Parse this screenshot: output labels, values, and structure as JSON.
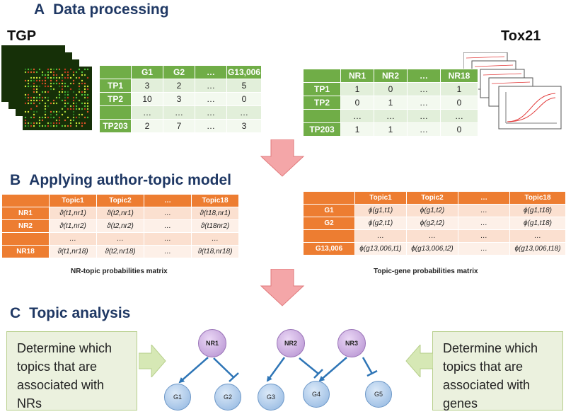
{
  "sections": {
    "a": {
      "letter": "A",
      "title": "Data processing"
    },
    "b": {
      "letter": "B",
      "title": "Applying author-topic model"
    },
    "c": {
      "letter": "C",
      "title": "Topic analysis"
    }
  },
  "tgp": {
    "label": "TGP",
    "table": {
      "header": [
        "",
        "G1",
        "G2",
        "…",
        "G13,006"
      ],
      "rows": [
        [
          "TP1",
          "3",
          "2",
          "…",
          "5"
        ],
        [
          "TP2",
          "10",
          "3",
          "…",
          "0"
        ],
        [
          "",
          "…",
          "…",
          "…",
          "…"
        ],
        [
          "TP203",
          "2",
          "7",
          "…",
          "3"
        ]
      ]
    }
  },
  "tox21": {
    "label": "Tox21",
    "table": {
      "header": [
        "",
        "NR1",
        "NR2",
        "…",
        "NR18"
      ],
      "rows": [
        [
          "TP1",
          "1",
          "0",
          "…",
          "1"
        ],
        [
          "TP2",
          "0",
          "1",
          "…",
          "0"
        ],
        [
          "",
          "…",
          "…",
          "…",
          "…"
        ],
        [
          "TP203",
          "1",
          "1",
          "…",
          "0"
        ]
      ]
    }
  },
  "nr_topic": {
    "caption": "NR-topic probabilities matrix",
    "header": [
      "",
      "Topic1",
      "Topic2",
      "…",
      "Topic18"
    ],
    "rows": [
      [
        "NR1",
        "ϑ(t1,nr1)",
        "ϑ(t2,nr1)",
        "…",
        "ϑ(t18,nr1)"
      ],
      [
        "NR2",
        "ϑ(t1,nr2)",
        "ϑ(t2,nr2)",
        "…",
        "ϑ(t18nr2)"
      ],
      [
        "",
        "…",
        "…",
        "…",
        "…"
      ],
      [
        "NR18",
        "ϑ(t1,nr18)",
        "ϑ(t2,nr18)",
        "…",
        "ϑ(t18,nr18)"
      ]
    ]
  },
  "topic_gene": {
    "caption": "Topic-gene probabilities matrix",
    "header": [
      "",
      "Topic1",
      "Topic2",
      "…",
      "Topic18"
    ],
    "rows": [
      [
        "G1",
        "ϕ(g1,t1)",
        "ϕ(g1,t2)",
        "…",
        "ϕ(g1,t18)"
      ],
      [
        "G2",
        "ϕ(g2,t1)",
        "ϕ(g2,t2)",
        "…",
        "ϕ(g1,t18)"
      ],
      [
        "",
        "…",
        "…",
        "…",
        "…"
      ],
      [
        "G13,006",
        "ϕ(g13,006,t1)",
        "ϕ(g13,006,t2)",
        "…",
        "ϕ(g13,006,t18)"
      ]
    ]
  },
  "analysis": {
    "left_box": "Determine which topics that are associated with NRs",
    "right_box": "Determine which topics that are associated with genes",
    "nr_nodes": [
      "NR1",
      "NR2",
      "NR3"
    ],
    "gene_nodes": [
      "G1",
      "G2",
      "G3",
      "G4",
      "G5"
    ]
  },
  "colors": {
    "section_title": "#1f3864",
    "tgp_table_header": "#70ad47",
    "matrix_header": "#ed7d31",
    "arrow_down": "#f4a6a8",
    "arrow_right": "#d6e8b5",
    "edge": "#2e75b6",
    "nr_node": "#c9a7e0",
    "gene_node": "#a9c8ec"
  }
}
